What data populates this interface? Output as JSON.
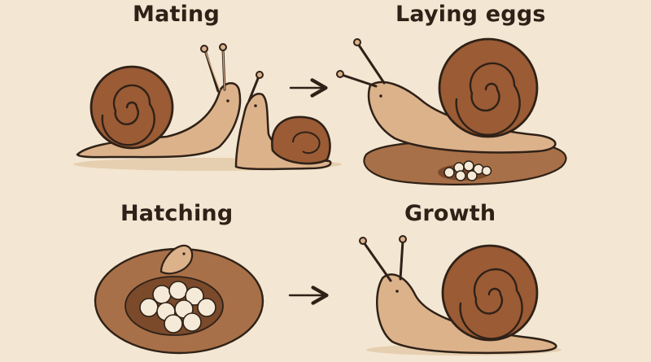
{
  "stages": {
    "mating": {
      "label": "Mating",
      "icon": "mating-snails-icon"
    },
    "laying": {
      "label": "Laying eggs",
      "icon": "snail-laying-eggs-icon"
    },
    "hatching": {
      "label": "Hatching",
      "icon": "hatching-eggs-icon"
    },
    "growth": {
      "label": "Growth",
      "icon": "grown-snail-icon"
    }
  },
  "colors": {
    "background": "#f3e6d2",
    "snail_body": "#dcb28b",
    "snail_shell": "#9a5b35",
    "soil": "#a87048",
    "egg": "#f4ead7",
    "outline": "#2f2117"
  }
}
